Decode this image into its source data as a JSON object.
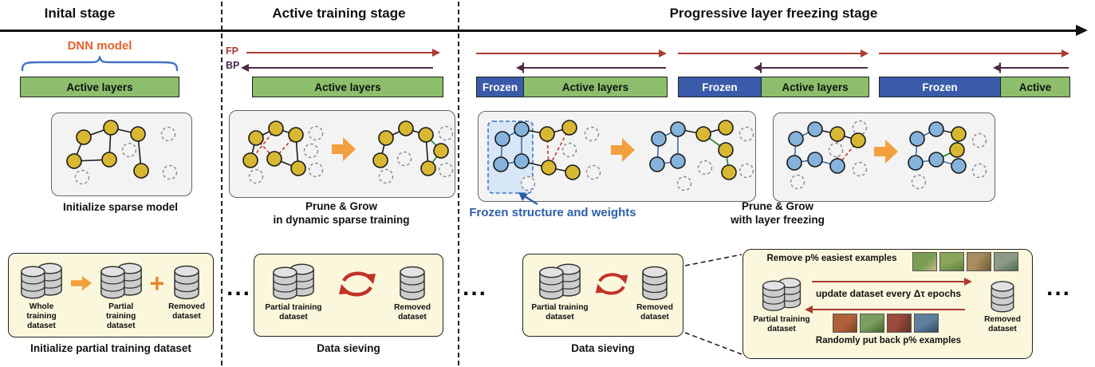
{
  "misc": {
    "ellipsis": "..."
  },
  "colors": {
    "active_green": "#8CBE6B",
    "frozen_blue": "#3A5BA9",
    "dataset_box_yellow": "#FBF7DC",
    "node_yellow": "#D8B832",
    "node_blue": "#85B3DC",
    "fp_red": "#A93C32",
    "bp_dark": "#4A2A45",
    "grow_green": "#2E8B3D",
    "orange_accent": "#F2A03D",
    "dnn_orange": "#E8602C",
    "frozen_note_blue": "#2E5EA8"
  },
  "icons": {
    "dataset": "database-cylinder-stack-icon",
    "exchange": "red-cycle-arrows-icon",
    "transition": "orange-block-arrow-icon",
    "brace": "blue-curly-brace",
    "photos": "example-photo-thumbnails"
  },
  "stage1": {
    "title": "Inital stage",
    "dnn_label": "DNN model",
    "active_bar": "Active layers",
    "network_caption": "Initialize sparse model",
    "datasets": {
      "whole": "Whole training\ndataset",
      "partial": "Partial training\ndataset",
      "plus": "+",
      "removed": "Removed\ndataset"
    },
    "dataset_caption": "Initialize partial training dataset"
  },
  "stage2": {
    "title": "Active training stage",
    "fp": "FP",
    "bp": "BP",
    "active_bar": "Active layers",
    "network_caption": "Prune & Grow\nin dynamic sparse training",
    "datasets": {
      "partial": "Partial training\ndataset",
      "removed": "Removed\ndataset"
    },
    "sieving_caption": "Data sieving"
  },
  "stage3": {
    "title": "Progressive layer freezing stage",
    "bars": [
      {
        "frozen": "Frozen",
        "active": "Active layers"
      },
      {
        "frozen": "Frozen",
        "active": "Active layers"
      },
      {
        "frozen": "Frozen",
        "active": "Active"
      }
    ],
    "frozen_note": "Frozen structure and weights",
    "network_caption": "Prune & Grow\nwith layer freezing",
    "datasets": {
      "partial": "Partial training\ndataset",
      "removed": "Removed\ndataset"
    },
    "sieving_caption": "Data sieving",
    "detail": {
      "remove_label": "Remove p% easiest examples",
      "update_label": "update dataset every Δτ epochs",
      "putback_label": "Randomly put back p% examples",
      "partial": "Partial training\ndataset",
      "removed": "Removed\ndataset"
    }
  }
}
